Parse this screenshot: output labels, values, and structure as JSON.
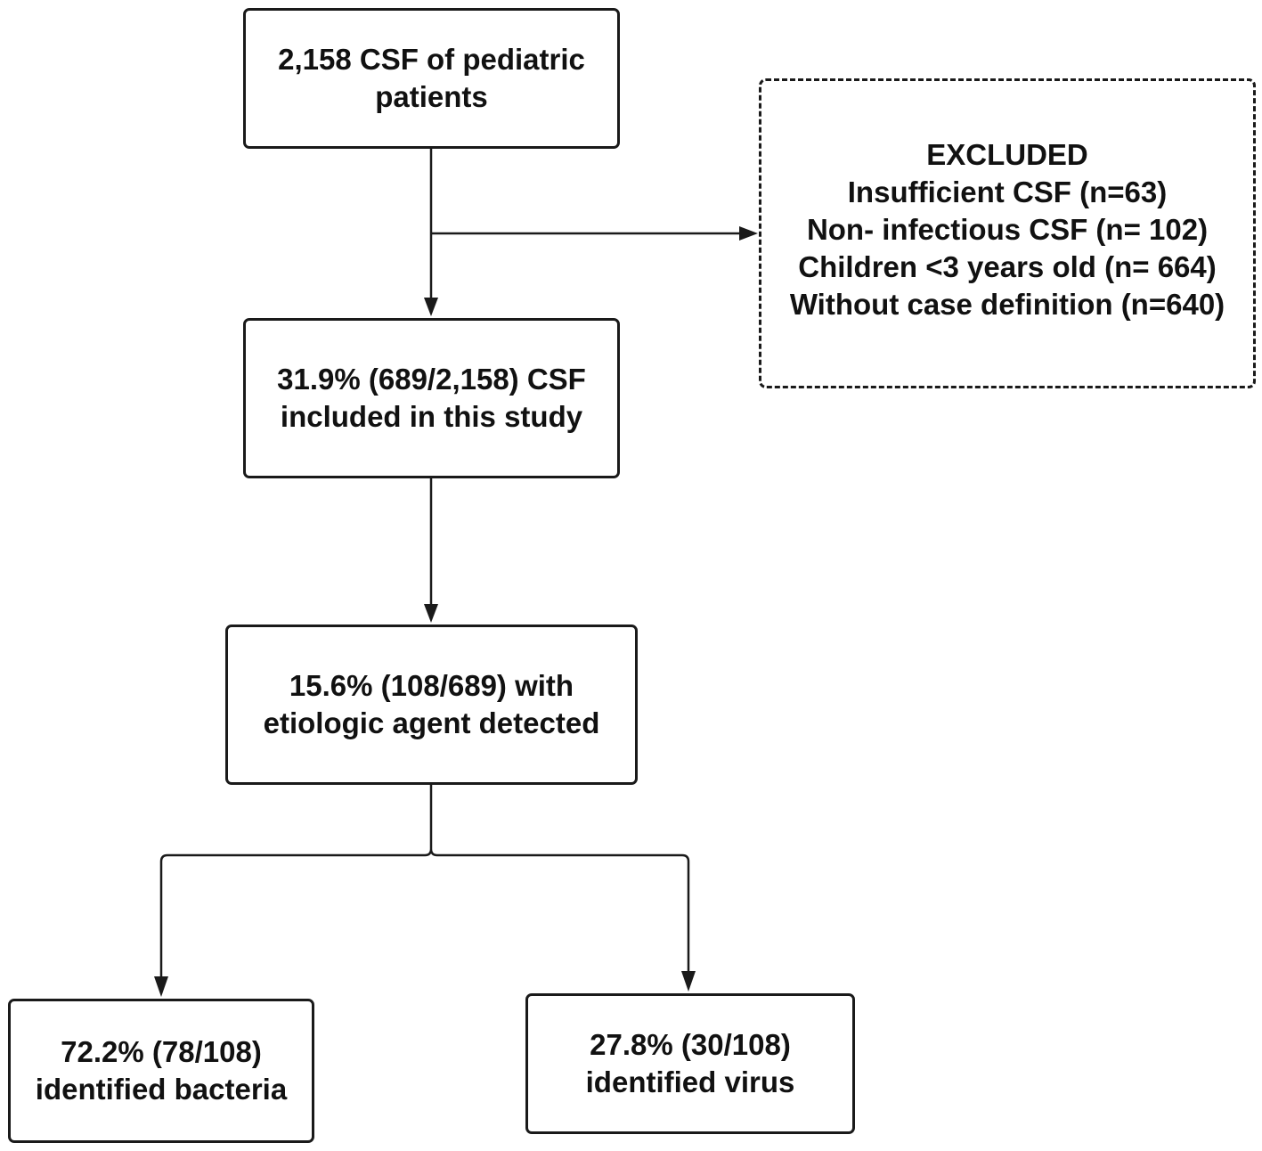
{
  "flowchart": {
    "start": {
      "lines": [
        "2,158 CSF of pediatric",
        "patients"
      ]
    },
    "excluded": {
      "heading": "EXCLUDED",
      "items": [
        "Insufficient CSF (n=63)",
        "Non- infectious CSF (n= 102)",
        "Children <3 years old (n= 664)",
        "Without case definition (n=640)"
      ]
    },
    "included": {
      "lines": [
        "31.9% (689/2,158) CSF",
        "included in this study"
      ]
    },
    "detected": {
      "lines": [
        "15.6% (108/689) with",
        "etiologic agent detected"
      ]
    },
    "bacteria": {
      "lines": [
        "72.2% (78/108)",
        "identified bacteria"
      ]
    },
    "virus": {
      "lines": [
        "27.8% (30/108)",
        "identified virus"
      ]
    }
  }
}
